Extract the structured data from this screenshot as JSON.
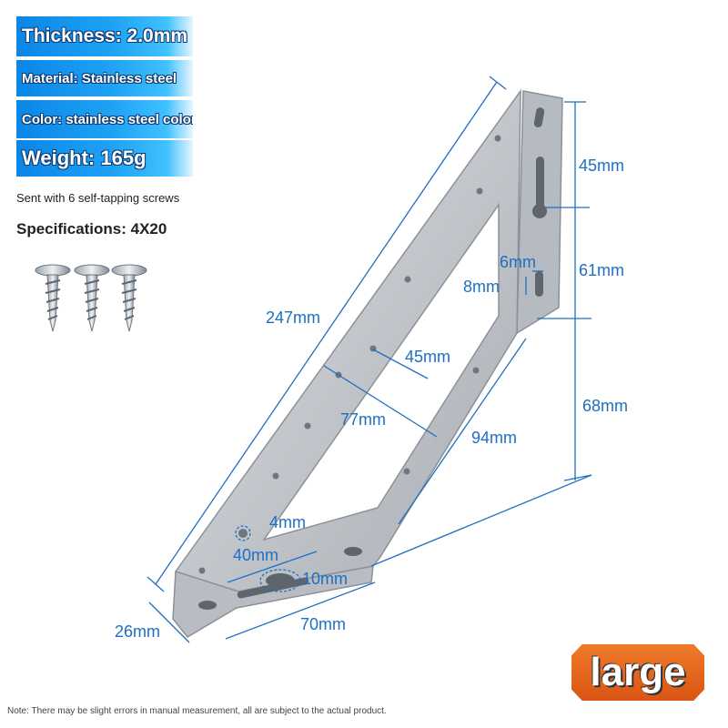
{
  "specs": {
    "thickness": "Thickness: 2.0mm",
    "material": "Material: Stainless steel",
    "color": "Color: stainless steel color",
    "weight": "Weight: 165g",
    "screws_note": "Sent with 6 self-tapping screws",
    "specifications": "Specifications: 4X20"
  },
  "dimensions": {
    "d45_top": "45mm",
    "d61": "61mm",
    "d6": "6mm",
    "d8": "8mm",
    "d68": "68mm",
    "d247": "247mm",
    "d45_inner": "45mm",
    "d77": "77mm",
    "d94": "94mm",
    "d4": "4mm",
    "d40": "40mm",
    "d10": "10mm",
    "d70": "70mm",
    "d26": "26mm"
  },
  "size_badge": "large",
  "footer_note": "Note: There may be slight errors in manual measurement, all are subject to the actual product.",
  "colors": {
    "dimension_blue": "#1f6fc1",
    "badge_orange": "#e2621a",
    "spec_blue": "#0a86e6",
    "steel": "#c9ccd0"
  }
}
